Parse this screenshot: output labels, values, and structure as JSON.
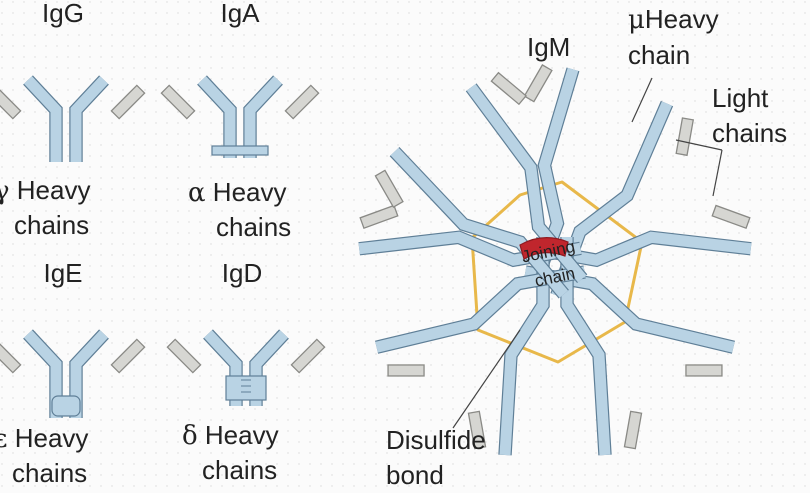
{
  "antibodies": {
    "igg": {
      "name": "IgG",
      "greek": "γ",
      "chain_line1": " Heavy",
      "chain_line2": "chains"
    },
    "iga": {
      "name": "IgA",
      "greek": "α",
      "chain_line1": " Heavy",
      "chain_line2": "chains"
    },
    "ige": {
      "name": "IgE",
      "greek": "ε",
      "chain_line1": " Heavy",
      "chain_line2": "chains"
    },
    "igd": {
      "name": "IgD",
      "greek": "δ",
      "chain_line1": " Heavy",
      "chain_line2": "chains"
    },
    "igm": {
      "name": "IgM",
      "mu_greek": "μ",
      "mu_line1": "Heavy",
      "mu_line2": "chain",
      "light_line1": "Light",
      "light_line2": "chains",
      "joining_line1": "Joining",
      "joining_line2": "chain",
      "disulfide_line1": "Disulfide",
      "disulfide_line2": "bond"
    }
  },
  "colors": {
    "heavy_fill": "#b9d3e4",
    "heavy_stroke": "#5f7f97",
    "light_fill": "#d6d6d2",
    "light_stroke": "#8a8a86",
    "disulfide": "#e8b84a",
    "joining_chain": "#c0262d"
  }
}
